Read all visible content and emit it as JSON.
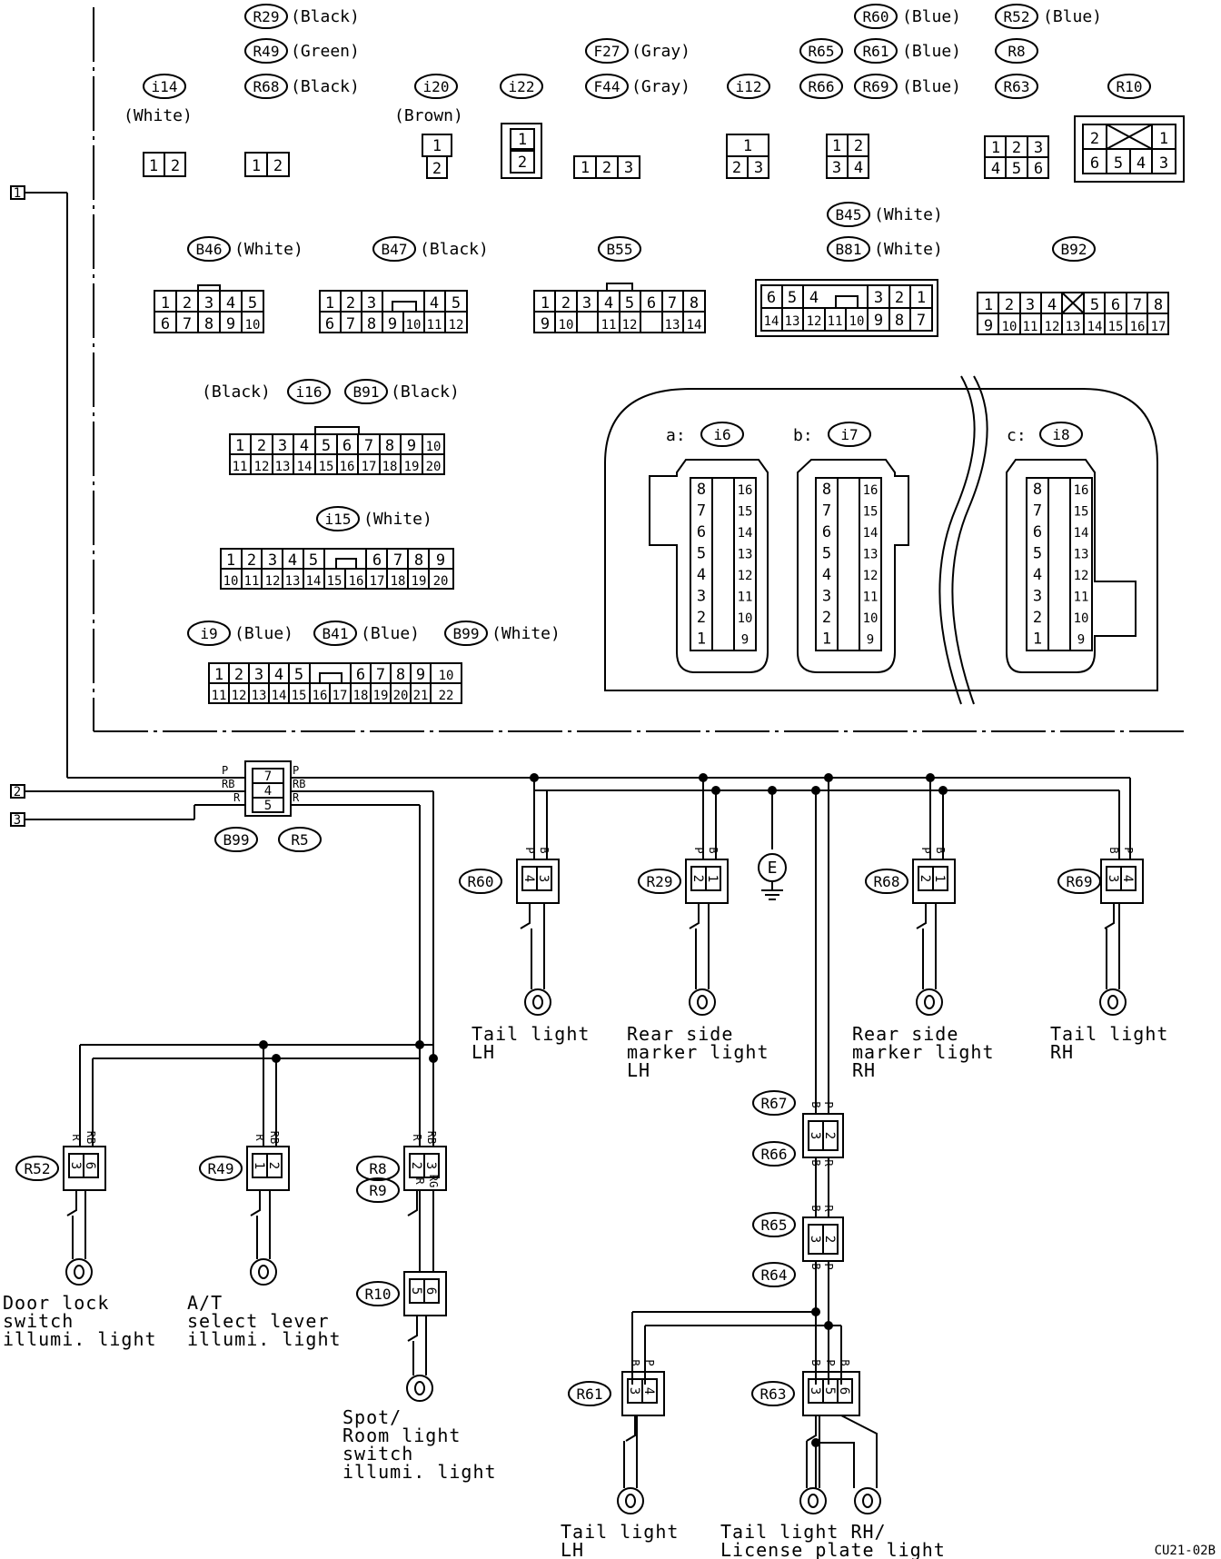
{
  "code": "CU21-02B",
  "terminals": [
    "1",
    "2",
    "3"
  ],
  "colors": {
    "line": "#000000",
    "background": "#ffffff"
  },
  "connectors_top": [
    {
      "id": "R29",
      "color": "(Black)"
    },
    {
      "id": "R49",
      "color": "(Green)"
    },
    {
      "id": "R68",
      "color": "(Black)"
    },
    {
      "id": "i14",
      "color": "(White)"
    },
    {
      "id": "i20",
      "color": "(Brown)"
    },
    {
      "id": "i22",
      "color": ""
    },
    {
      "id": "F27",
      "color": "(Gray)"
    },
    {
      "id": "F44",
      "color": "(Gray)"
    },
    {
      "id": "i12",
      "color": ""
    },
    {
      "id": "R65",
      "color": ""
    },
    {
      "id": "R66",
      "color": ""
    },
    {
      "id": "R60",
      "color": "(Blue)"
    },
    {
      "id": "R61",
      "color": "(Blue)"
    },
    {
      "id": "R69",
      "color": "(Blue)"
    },
    {
      "id": "R52",
      "color": "(Blue)"
    },
    {
      "id": "R8",
      "color": ""
    },
    {
      "id": "R63",
      "color": ""
    },
    {
      "id": "R10",
      "color": ""
    }
  ],
  "connectors_mid": [
    {
      "id": "B45",
      "color": "(White)"
    },
    {
      "id": "B81",
      "color": "(White)"
    },
    {
      "id": "B46",
      "color": "(White)"
    },
    {
      "id": "B47",
      "color": "(Black)"
    },
    {
      "id": "B55",
      "color": ""
    },
    {
      "id": "B92",
      "color": ""
    },
    {
      "id": "i16",
      "color": "(Black)"
    },
    {
      "id": "B91",
      "color": "(Black)"
    },
    {
      "id": "i15",
      "color": "(White)"
    },
    {
      "id": "i9",
      "color": "(Blue)"
    },
    {
      "id": "B41",
      "color": "(Blue)"
    },
    {
      "id": "B99",
      "color": "(White)"
    }
  ],
  "ecu_connectors": [
    {
      "prefix": "a:",
      "id": "i6"
    },
    {
      "prefix": "b:",
      "id": "i7"
    },
    {
      "prefix": "c:",
      "id": "i8"
    }
  ],
  "junction": {
    "ids": [
      "B99",
      "R5"
    ],
    "pins": [
      "7",
      "4",
      "5"
    ],
    "wires": [
      "P",
      "RB",
      "R"
    ]
  },
  "ground": "E",
  "loads": [
    {
      "id": "R60",
      "pins": [
        "4",
        "3"
      ],
      "wires": [
        "P",
        "B"
      ],
      "caption": [
        "Tail light",
        "LH"
      ]
    },
    {
      "id": "R29",
      "pins": [
        "2",
        "1"
      ],
      "wires": [
        "P",
        "B"
      ],
      "caption": [
        "Rear side",
        "marker light",
        "LH"
      ]
    },
    {
      "id": "R68",
      "pins": [
        "2",
        "1"
      ],
      "wires": [
        "P",
        "B"
      ],
      "caption": [
        "Rear side",
        "marker light",
        "RH"
      ]
    },
    {
      "id": "R69",
      "pins": [
        "3",
        "4"
      ],
      "wires": [
        "B",
        "P"
      ],
      "caption": [
        "Tail light",
        "RH"
      ]
    },
    {
      "id": "R52",
      "pins": [
        "3",
        "6"
      ],
      "wires": [
        "R",
        "RB"
      ],
      "caption": [
        "Door lock",
        "switch",
        "illumi. light"
      ]
    },
    {
      "id": "R49",
      "pins": [
        "1",
        "2"
      ],
      "wires": [
        "R",
        "RB"
      ],
      "caption": [
        "A/T",
        "select lever",
        "illumi. light"
      ]
    },
    {
      "id": "R8",
      "pins": [
        "2",
        "3"
      ],
      "wires": [
        "R",
        "RB"
      ],
      "caption": []
    },
    {
      "id": "R9",
      "pins": [],
      "wires": [
        "R",
        "RG"
      ],
      "caption": []
    },
    {
      "id": "R10",
      "pins": [
        "5",
        "6"
      ],
      "wires": [],
      "caption": [
        "Spot/",
        "Room light",
        "switch",
        "illumi. light"
      ]
    },
    {
      "id": "R61",
      "pins": [
        "3",
        "4"
      ],
      "wires": [
        "B",
        "P"
      ],
      "caption": [
        "Tail light",
        "LH"
      ]
    },
    {
      "id": "R63",
      "pins": [
        "3",
        "5",
        "6"
      ],
      "wires": [
        "B",
        "P",
        "B"
      ],
      "caption": [
        "Tail light RH/",
        "License plate light"
      ]
    }
  ],
  "relay_connectors": [
    {
      "ids": [
        "R67",
        "R66"
      ],
      "pins": [
        "3",
        "2"
      ],
      "wires_top": [
        "B",
        "P"
      ],
      "wires_bottom": [
        "B",
        "R"
      ]
    },
    {
      "ids": [
        "R65",
        "R64"
      ],
      "pins": [
        "3",
        "2"
      ],
      "wires_top": [
        "B",
        "R"
      ],
      "wires_bottom": [
        "B",
        "P"
      ]
    }
  ]
}
